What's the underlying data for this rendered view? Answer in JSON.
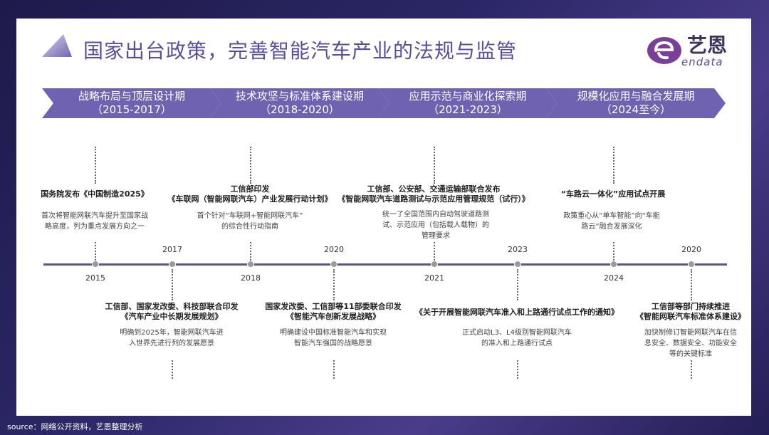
{
  "title": "国家出台政策，完善智能汽车产业的法规与监管",
  "logo": {
    "cn": "艺恩",
    "en": "endata"
  },
  "phases": [
    {
      "line1": "战略布局与顶层设计期",
      "line2": "（2015-2017）"
    },
    {
      "line1": "技术攻坚与标准体系建设期",
      "line2": "（2018-2020）"
    },
    {
      "line1": "应用示范与商业化探索期",
      "line2": "（2021-2023）"
    },
    {
      "line1": "规模化应用与融合发展期",
      "line2": "（2024至今）"
    }
  ],
  "years": {
    "y2015": "2015",
    "y2017": "2017",
    "y2018": "2018",
    "y2020a": "2020",
    "y2021": "2021",
    "y2023": "2023",
    "y2024": "2024",
    "y2020b": "2020"
  },
  "top_events": [
    {
      "title1": "国务院发布《中国制造2025》",
      "title2": "",
      "desc1": "首次将智能网联汽车提升至国家战",
      "desc2": "略高度，列为重点发展方向之一"
    },
    {
      "title1": "工信部印发",
      "title2": "《车联网（智能网联汽车）产业发展行动计划》",
      "desc1": "首个针对“车联网+智能网联汽车”",
      "desc2": "的综合性行动指南"
    },
    {
      "title1": "工信部、公安部、交通运输部联合发布",
      "title2": "《智能网联汽车道路测试与示范应用管理规范（试行）》",
      "desc1": "统一了全国范围内自动驾驶道路测",
      "desc2": "试、示范应用（包括载人载物）的",
      "desc3": "管理要求"
    },
    {
      "title1": "“车路云一体化”应用试点开展",
      "title2": "",
      "desc1": "政策重心从“单车智能”向“车能",
      "desc2": "路云”融合发展深化"
    }
  ],
  "bottom_events": [
    {
      "title1": "工信部、国家发改委、科技部联合印发",
      "title2": "《汽车产业中长期发展规划》",
      "desc1": "明确到2025年，智能网联汽车进",
      "desc2": "入世界先进行列的发展愿景"
    },
    {
      "title1": "国家发改委、工信部等11部委联合印发",
      "title2": "《智能汽车创新发展战略》",
      "desc1": "明确建设中国标准智能汽车和实现",
      "desc2": "智能汽车强国的战略愿景"
    },
    {
      "title1": "《关于开展智能网联汽车准入和上路通行试点工作的通知》",
      "title2": "",
      "desc1": "正式启动L3、L4级别智能网联汽车",
      "desc2": "的准入和上路通行试点"
    },
    {
      "title1": "工信部等部门持续推进",
      "title2": "《智能网联汽车标准体系建设》",
      "desc1": "加快制修订智能网联汽车在信",
      "desc2": "息安全、数据安全、功能安全",
      "desc3": "等的关键标准"
    }
  ],
  "source": "source：网络公开资料，艺恩整理分析",
  "colors": {
    "accent": "#5b4d9d",
    "phase_fill": "#6f62b0",
    "axis": "#555a86"
  }
}
